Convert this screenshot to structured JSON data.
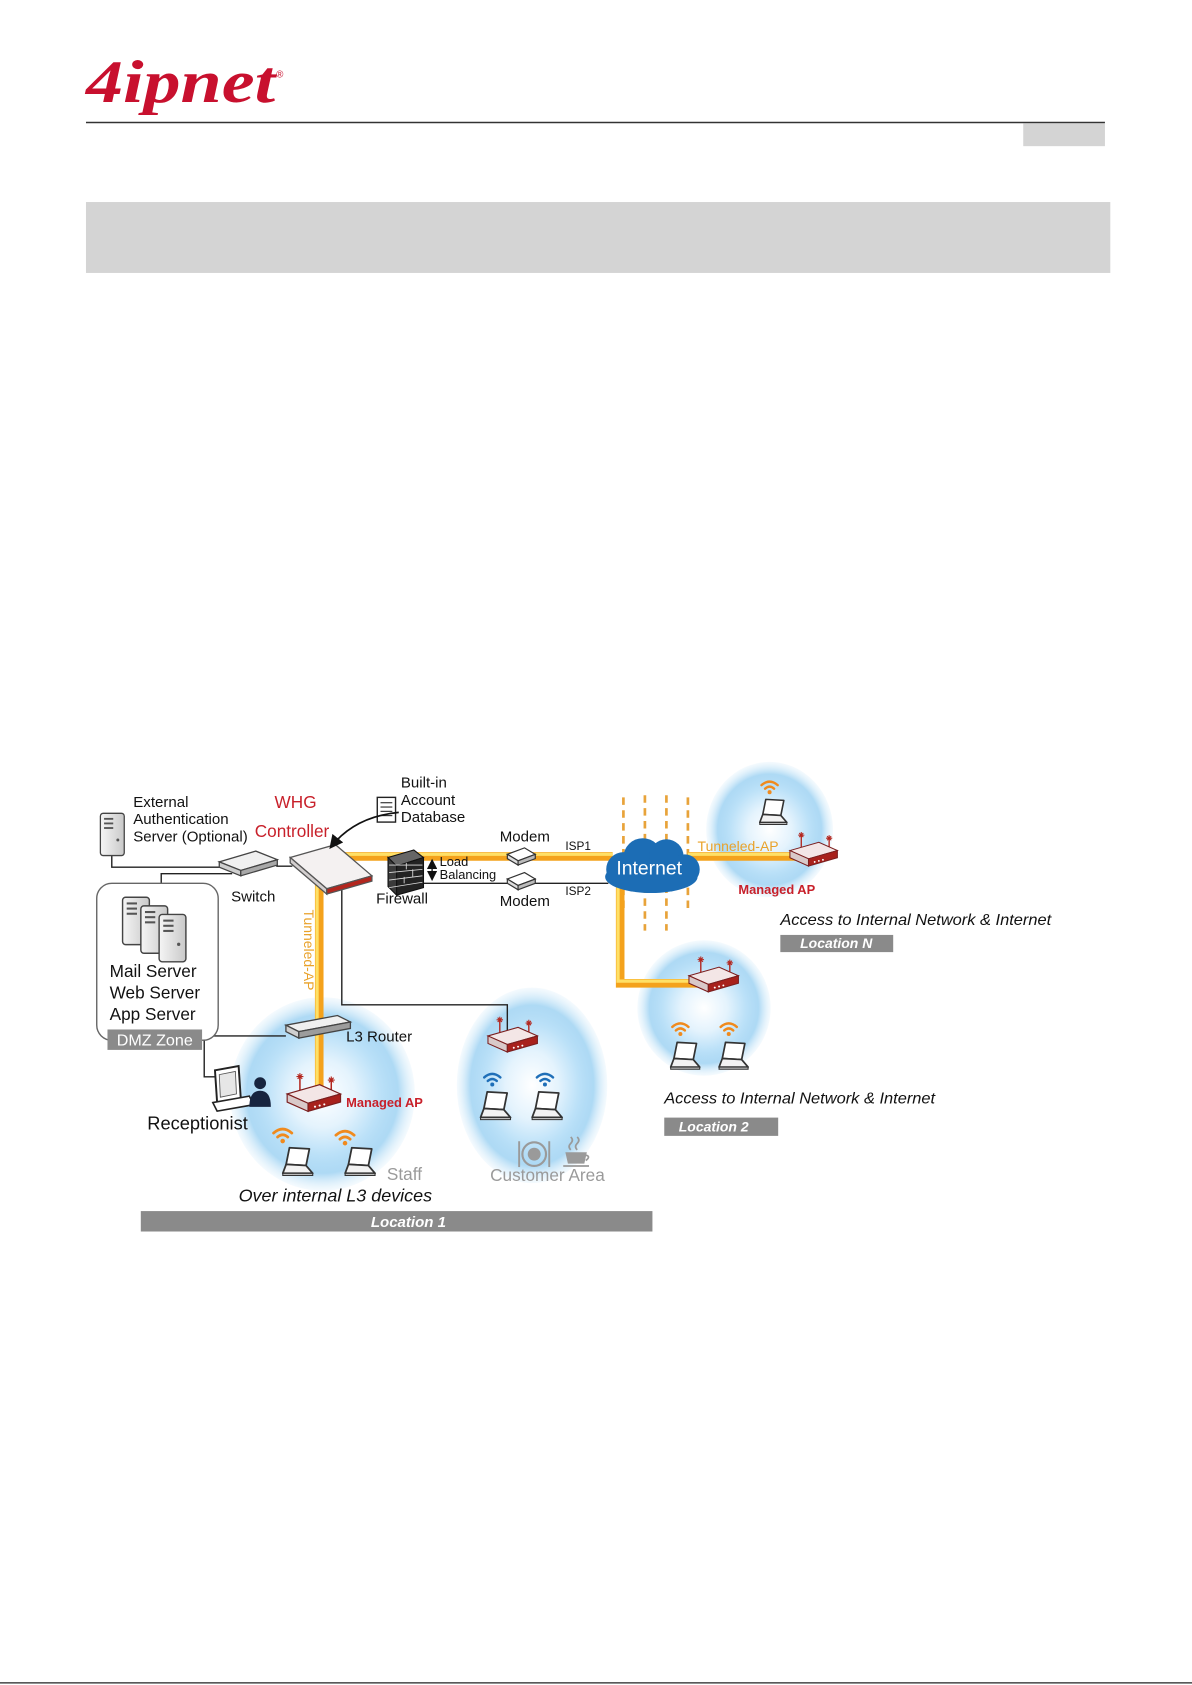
{
  "header": {
    "logo": "4ipnet",
    "logo_mark": "®"
  },
  "diagram": {
    "external_server": [
      "External",
      "Authentication",
      "Server (Optional)"
    ],
    "controller": [
      "WHG",
      "Controller"
    ],
    "database": [
      "Built-in",
      "Account",
      "Database"
    ],
    "switch": "Switch",
    "firewall": "Firewall",
    "load_balancing": [
      "Load",
      "Balancing"
    ],
    "modem_1": "Modem",
    "isp_1": "ISP1",
    "modem_2": "Modem",
    "isp_2": "ISP2",
    "internet": "Internet",
    "tunneled_ap_horizontal": "Tunneled-AP",
    "tunneled_ap_vertical": "Tunneled-AP",
    "managed_ap_n": "Managed AP",
    "location_n": {
      "caption": "Access to Internal Network & Internet",
      "label": "Location N"
    },
    "dmz": {
      "servers": [
        "Mail Server",
        "Web Server",
        "App Server"
      ],
      "label": "DMZ Zone"
    },
    "l3_router": "L3 Router",
    "receptionist": "Receptionist",
    "managed_ap_1": "Managed AP",
    "staff": "Staff",
    "customer_area": "Customer Area",
    "location_1": {
      "caption": "Over internal L3 devices",
      "label": "Location 1"
    },
    "location_2": {
      "caption": "Access to Internal Network & Internet",
      "label": "Location 2"
    }
  },
  "colors": {
    "brand_red": "#c8102e",
    "tunnel_orange": "#f4a21c",
    "internet_blue": "#1c6db5",
    "location_bar_gray": "#8a8a8a",
    "header_box_gray": "#d4d4d4",
    "staff_wifi": "#f08a1d",
    "customer_wifi": "#1f6fb8"
  }
}
